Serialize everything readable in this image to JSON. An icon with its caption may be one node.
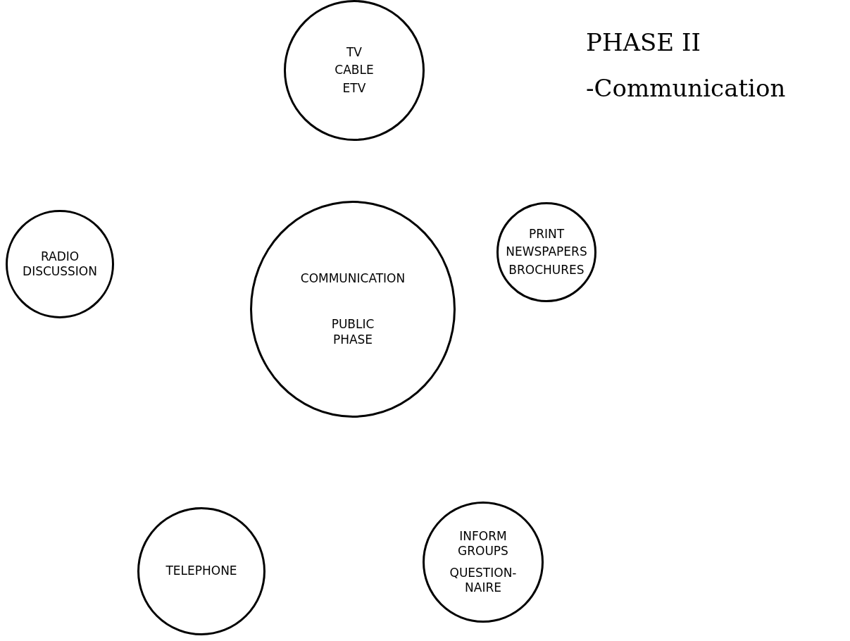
{
  "diagram": {
    "title": "PHASE II",
    "nodes": [
      {
        "text": [
          "TV",
          "CABLE",
          "ETV"
        ]
      },
      {
        "text": [
          "PRINT",
          "NEWSPAPERS",
          "BROCHURES"
        ]
      },
      {
        "text": [
          "RADIO DISCUSSION"
        ]
      },
      {
        "text": [
          "COMMUNICATION",
          "PUBLIC PHASE"
        ]
      },
      {
        "text": [
          "TELEPHONE"
        ]
      },
      {
        "text": [
          "INFORM GROUPS",
          "QUESTION-NAIRE"
        ]
      }
    ],
    "edges": [],
    "labels": [
      "-Communication"
    ]
  }
}
